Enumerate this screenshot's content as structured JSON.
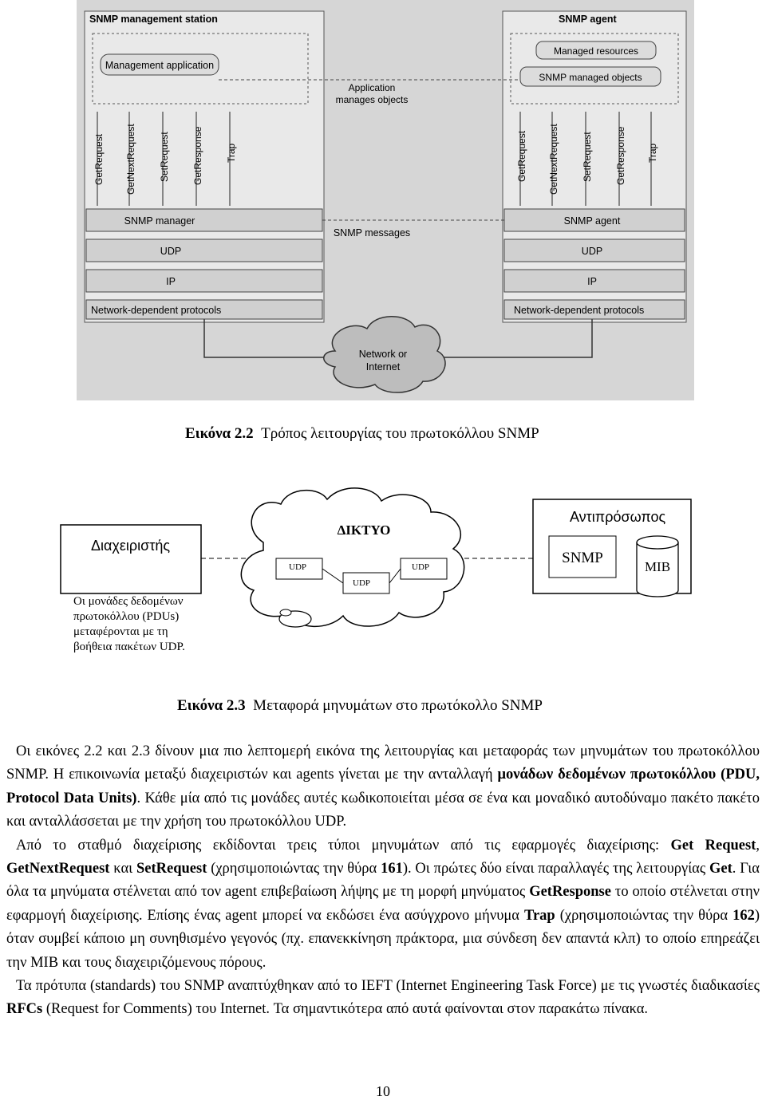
{
  "figure1": {
    "station_title": "SNMP management station",
    "agent_title": "SNMP agent",
    "management_application": "Management application",
    "managed_resources": "Managed resources",
    "snmp_managed_objects": "SNMP managed objects",
    "app_manages_line1": "Application",
    "app_manages_line2": "manages objects",
    "manager_pdus": [
      "GetRequest",
      "GetNextRequest",
      "SetRequest",
      "GetResponse",
      "Trap"
    ],
    "agent_pdus": [
      "GetRequest",
      "GetNextRequest",
      "SetRequest",
      "GetResponse",
      "Trap"
    ],
    "snmp_manager": "SNMP manager",
    "snmp_agent": "SNMP agent",
    "snmp_messages": "SNMP messages",
    "udp": "UDP",
    "ip": "IP",
    "network_dependent": "Network-dependent protocols",
    "network_line1": "Network or",
    "network_line2": "Internet"
  },
  "caption1": {
    "label": "Εικόνα 2.2",
    "text": "Τρόπος λειτουργίας του πρωτοκόλλου SNMP"
  },
  "figure2": {
    "manager_label": "Διαχειριστής",
    "network_label": "ΔΙΚΤΥΟ",
    "udp_labels": [
      "UDP",
      "UDP",
      "UDP"
    ],
    "agent_label": "Αντιπρόσωπος",
    "snmp_label": "SNMP",
    "mib_label": "MIB",
    "note_lines": [
      "Οι μονάδες δεδομένων",
      "πρωτοκόλλου (PDUs)",
      "μεταφέρονται με τη",
      "βοήθεια πακέτων UDP."
    ]
  },
  "caption2": {
    "label": "Εικόνα 2.3",
    "text": "Μεταφορά μηνυμάτων στο πρωτόκολλο SNMP"
  },
  "body": {
    "p1": [
      {
        "t": "Οι εικόνες 2.2 και 2.3 δίνουν μια πιο λεπτομερή εικόνα της λειτουργίας και μεταφοράς των μηνυμάτων του πρωτοκόλλου SNMP. Η επικοινωνία μεταξύ διαχειριστών και agents γίνεται με την ανταλλαγή "
      },
      {
        "t": "μονάδων δεδομένων πρωτοκόλλου (PDU, Protocol Data Units)",
        "b": true
      },
      {
        "t": ". Κάθε μία από τις μονάδες αυτές κωδικοποιείται μέσα σε ένα και μοναδικό αυτοδύναμο πακέτο πακέτο και ανταλλάσσεται με την χρήση του πρωτοκόλλου UDP."
      }
    ],
    "p2": [
      {
        "t": "Από το σταθμό διαχείρισης εκδίδονται τρεις τύποι μηνυμάτων από τις εφαρμογές διαχείρισης: "
      },
      {
        "t": "Get Request",
        "b": true
      },
      {
        "t": ", "
      },
      {
        "t": "GetNextRequest",
        "b": true
      },
      {
        "t": " και "
      },
      {
        "t": "SetRequest",
        "b": true
      },
      {
        "t": " (χρησιμοποιώντας την θύρα "
      },
      {
        "t": "161",
        "b": true
      },
      {
        "t": "). Οι πρώτες δύο είναι παραλλαγές της λειτουργίας "
      },
      {
        "t": "Get",
        "b": true
      },
      {
        "t": ". Για όλα τα μηνύματα στέλνεται από τον agent επιβεβαίωση λήψης με τη μορφή μηνύματος "
      },
      {
        "t": "GetResponse",
        "b": true
      },
      {
        "t": " το οποίο στέλνεται στην εφαρμογή διαχείρισης. Επίσης ένας agent μπορεί να εκδώσει ένα ασύγχρονο μήνυμα "
      },
      {
        "t": "Trap",
        "b": true
      },
      {
        "t": " (χρησιμοποιώντας την θύρα "
      },
      {
        "t": "162",
        "b": true
      },
      {
        "t": ") όταν συμβεί κάποιο μη συνηθισμένο γεγονός (πχ. επανεκκίνηση πράκτορα, μια σύνδεση δεν απαντά κλπ) το οποίο επηρεάζει την MIB και τους διαχειριζόμενους πόρους."
      }
    ],
    "p3": [
      {
        "t": "Τα πρότυπα (standards) του SNMP αναπτύχθηκαν από το IEFT (Internet Engineering Task Force) με τις γνωστές διαδικασίες "
      },
      {
        "t": "RFCs",
        "b": true
      },
      {
        "t": " (Request for Comments) του Internet. Τα σημαντικότερα από αυτά φαίνονται στον παρακάτω πίνακα."
      }
    ]
  },
  "page_number": "10"
}
